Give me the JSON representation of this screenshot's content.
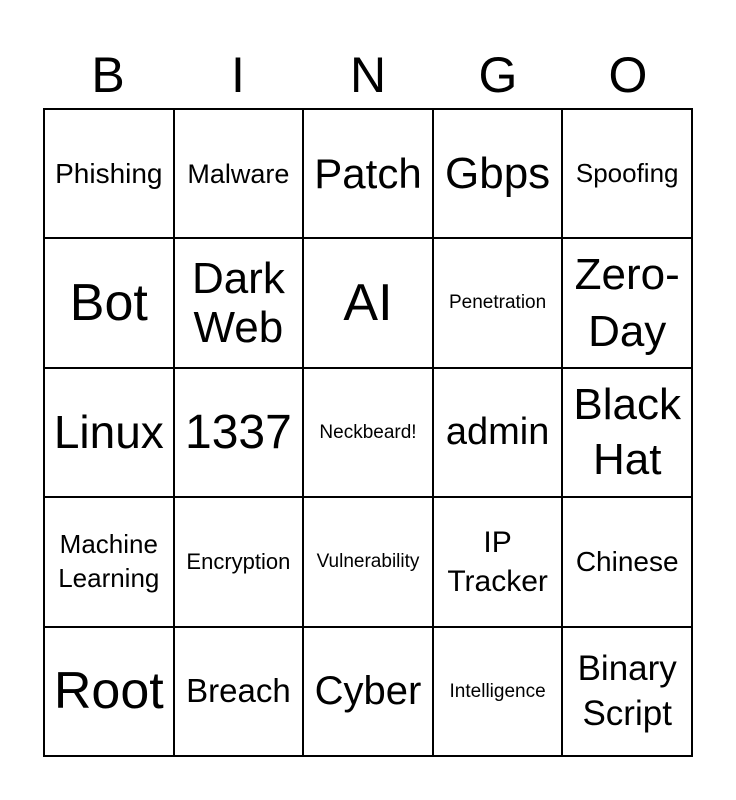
{
  "header": [
    "B",
    "I",
    "N",
    "G",
    "O"
  ],
  "cells": [
    "Phishing",
    "Malware",
    "Patch",
    "Gbps",
    "Spoofing",
    "Bot",
    "Dark Web",
    "AI",
    "Penetration",
    "Zero-Day",
    "Linux",
    "1337",
    "Neckbeard!",
    "admin",
    "Black Hat",
    "Machine Learning",
    "Encryption",
    "Vulnerability",
    "IP Tracker",
    "Chinese",
    "Root",
    "Breach",
    "Cyber",
    "Intelligence",
    "Binary Script"
  ]
}
